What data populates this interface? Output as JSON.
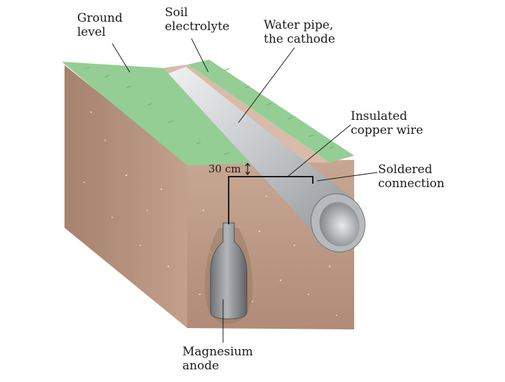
{
  "labels": {
    "ground_level": [
      "Ground",
      "level"
    ],
    "soil_electrolyte": [
      "Soil",
      "electrolyte"
    ],
    "water_pipe": [
      "Water pipe,",
      "the cathode"
    ],
    "insulated_wire": [
      "Insulated",
      "copper wire"
    ],
    "soldered_connection": [
      "Soldered",
      "connection"
    ],
    "magnesium_anode": [
      "Magnesium",
      "anode"
    ],
    "depth": "30 cm"
  },
  "colors": {
    "grass": "#8fc98f",
    "soil_top": "#c9a48e",
    "soil_front": "#bfa08a",
    "soil_side": "#9c7b68",
    "pipe": "#c9cccf",
    "anode": "#8c8f93",
    "wire": "#1a1a1a"
  }
}
